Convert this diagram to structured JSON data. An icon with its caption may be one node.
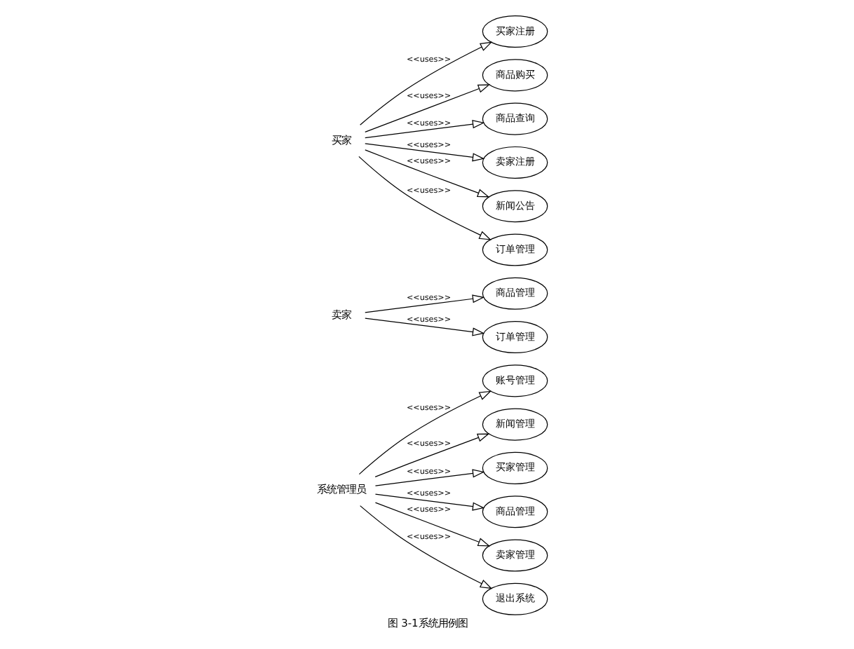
{
  "diagram": {
    "caption": "图 3-1系统用例图",
    "nodes": [
      {
        "text": [
          "系统管理员"
        ]
      },
      {
        "text": [
          "账号管理"
        ]
      },
      {
        "text": [
          "新闻管理"
        ]
      },
      {
        "text": [
          "买家管理"
        ]
      },
      {
        "text": [
          "商品管理"
        ]
      },
      {
        "text": [
          "卖家管理"
        ]
      },
      {
        "text": [
          "退出系统"
        ]
      },
      {
        "text": [
          "卖家"
        ]
      },
      {
        "text": [
          "商品管理"
        ]
      },
      {
        "text": [
          "订单管理"
        ]
      },
      {
        "text": [
          "买家"
        ]
      },
      {
        "text": [
          "买家注册"
        ]
      },
      {
        "text": [
          "商品购买"
        ]
      },
      {
        "text": [
          "商品查询"
        ]
      },
      {
        "text": [
          "卖家注册"
        ]
      },
      {
        "text": [
          "新闻公告"
        ]
      },
      {
        "text": [
          "订单管理"
        ]
      }
    ],
    "edges": [
      {
        "from": 0,
        "to": 1,
        "arrow": "to",
        "label": "<<uses>>"
      },
      {
        "from": 0,
        "to": 2,
        "arrow": "to",
        "label": "<<uses>>"
      },
      {
        "from": 0,
        "to": 3,
        "arrow": "to",
        "label": "<<uses>>"
      },
      {
        "from": 0,
        "to": 4,
        "arrow": "to",
        "label": "<<uses>>"
      },
      {
        "from": 0,
        "to": 5,
        "arrow": "to",
        "label": "<<uses>>"
      },
      {
        "from": 0,
        "to": 6,
        "arrow": "to",
        "label": "<<uses>>"
      },
      {
        "from": 7,
        "to": 8,
        "arrow": "to",
        "label": "<<uses>>"
      },
      {
        "from": 7,
        "to": 9,
        "arrow": "to",
        "label": "<<uses>>"
      },
      {
        "from": 10,
        "to": 11,
        "arrow": "to",
        "label": "<<uses>>"
      },
      {
        "from": 10,
        "to": 12,
        "arrow": "to",
        "label": "<<uses>>"
      },
      {
        "from": 10,
        "to": 13,
        "arrow": "to",
        "label": "<<uses>>"
      },
      {
        "from": 10,
        "to": 14,
        "arrow": "to",
        "label": "<<uses>>"
      },
      {
        "from": 10,
        "to": 15,
        "arrow": "to",
        "label": "<<uses>>"
      },
      {
        "from": 10,
        "to": 16,
        "arrow": "to",
        "label": "<<uses>>"
      }
    ]
  }
}
